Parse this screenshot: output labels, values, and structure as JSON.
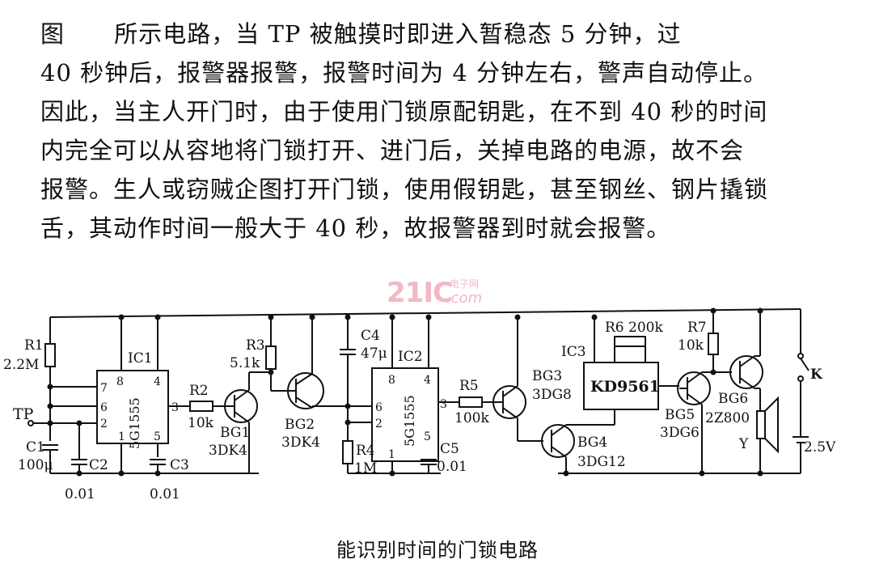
{
  "paragraph": [
    "图      所示电路，当 TP 被触摸时即进入暂稳态 5 分钟，过",
    "40 秒钟后，报警器报警，报警时间为 4 分钟左右，警声自动停止。",
    "因此，当主人开门时，由于使用门锁原配钥匙，在不到 40 秒的时间",
    "内完全可以从容地将门锁打开、进门后，关掉电路的电源，故不会",
    "报警。生人或窃贼企图打开门锁，使用假钥匙，甚至钢丝、钢片撬锁",
    "舌，其动作时间一般大于 40 秒，故报警器到时就会报警。"
  ],
  "watermark": {
    "main": "21IC",
    "sub": "电子网",
    "domain": ".com"
  },
  "circuit": {
    "labels": {
      "r1": "R1",
      "r1_val": "2.2M",
      "tp": "TP",
      "c1": "C1",
      "c1_val": "100μ",
      "c2": "C2",
      "c2_val": "0.01",
      "c3": "C3",
      "c3_val": "0.01",
      "ic1": "IC1",
      "ic1_part": "5G1555",
      "ic1_p8": "8",
      "ic1_p4": "4",
      "ic1_p7": "7",
      "ic1_p6": "6",
      "ic1_p2": "2",
      "ic1_p1": "1",
      "ic1_p5": "5",
      "ic1_p3": "3",
      "r2": "R2",
      "r2_val": "10k",
      "bg1": "BG1",
      "bg1_val": "3DK4",
      "r3": "R3",
      "r3_val": "5.1k",
      "bg2": "BG2",
      "bg2_val": "3DK4",
      "c4": "C4",
      "c4_val": "47μ",
      "ic2": "IC2",
      "ic2_part": "5G1555",
      "ic2_p8": "8",
      "ic2_p4": "4",
      "ic2_p6": "6",
      "ic2_p2": "2",
      "ic2_p1": "1",
      "ic2_p5": "5",
      "ic2_p3": "3",
      "r4": "R4",
      "r4_val": "1M",
      "c5": "C5",
      "c5_val": "0.01",
      "r5": "R5",
      "r5_val": "100k",
      "bg3": "BG3",
      "bg3_val": "3DG8",
      "bg4": "BG4",
      "bg4_val": "3DG12",
      "ic3": "IC3",
      "ic3_part": "KD9561",
      "r6": "R6 200k",
      "r7": "R7",
      "r7_val": "10k",
      "bg5": "BG5",
      "bg5_val": "3DG6",
      "bg6": "BG6",
      "bg6_val": "2Z800",
      "speaker": "Y",
      "switch": "K",
      "battery": "2.5V"
    }
  },
  "caption": "能识别时间的门锁电路"
}
